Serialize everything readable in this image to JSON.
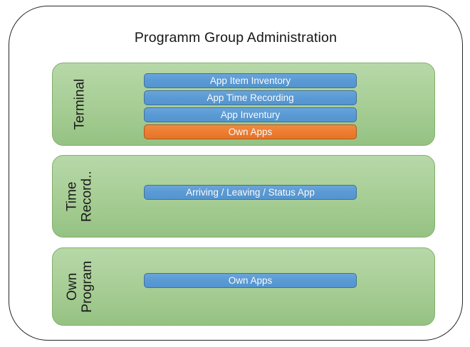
{
  "title": "Programm Group Administration",
  "colors": {
    "frame_border": "#262626",
    "group_fill_top": "#b7d8a8",
    "group_fill_bottom": "#95c283",
    "group_border": "#82b06c",
    "app_blue_fill": "#5b9bd5",
    "app_blue_border": "#41719c",
    "app_orange_fill": "#ed7d31",
    "app_orange_border": "#ad5a20",
    "label_text": "#1a1a1a",
    "bar_text": "#ffffff"
  },
  "groups": [
    {
      "label": "Terminal",
      "apps": [
        {
          "label": "App Item Inventory",
          "color": "blue"
        },
        {
          "label": "App Time Recording",
          "color": "blue"
        },
        {
          "label": "App Inventury",
          "color": "blue"
        },
        {
          "label": "Own Apps",
          "color": "orange"
        }
      ]
    },
    {
      "label": "Time\nRecord..",
      "apps": [
        {
          "label": "Arriving / Leaving / Status App",
          "color": "blue"
        }
      ]
    },
    {
      "label": "Own\nProgram",
      "apps": [
        {
          "label": "Own Apps",
          "color": "blue"
        }
      ]
    }
  ]
}
